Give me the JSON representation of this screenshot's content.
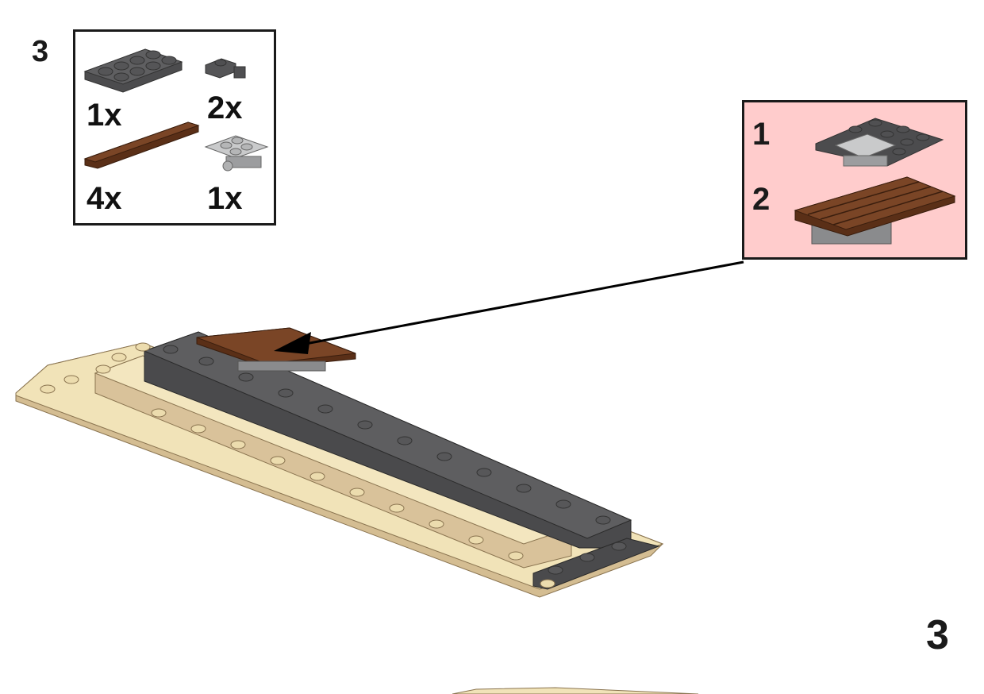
{
  "step": {
    "number": "3"
  },
  "parts_list": {
    "items": [
      {
        "part": "dark-gray-plate-2x4",
        "qty": "1x",
        "color": "#5a5a5c"
      },
      {
        "part": "dark-gray-plate-1x1-clip",
        "qty": "2x",
        "color": "#5a5a5c"
      },
      {
        "part": "reddish-brown-tile-1x6",
        "qty": "4x",
        "color": "#6b3a1e"
      },
      {
        "part": "light-gray-plate-2x2-hinge",
        "qty": "1x",
        "color": "#a7a9ab"
      }
    ]
  },
  "sub_assembly": {
    "background": "#ffcccc",
    "steps": [
      {
        "number": "1",
        "description": "dark-gray-plate-with-hinge-and-clips"
      },
      {
        "number": "2",
        "description": "brown-tile-top-added"
      }
    ]
  },
  "page": {
    "number": "3"
  },
  "colors": {
    "tan": "#f1e3b8",
    "tan_dark": "#d4bd92",
    "dark_gray": "#5a5a5c",
    "brown": "#6b3a1e",
    "light_gray": "#a7a9ab"
  }
}
